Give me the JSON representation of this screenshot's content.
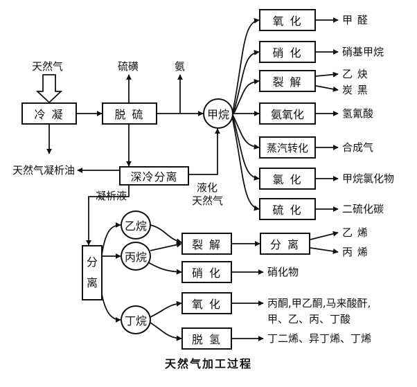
{
  "title": "天然气加工过程",
  "nodes": {
    "condense": "冷  凝",
    "desulfur": "脱  硫",
    "methane": "甲烷",
    "deep_cool": "深冷分离",
    "separate_v": [
      "分",
      "离"
    ],
    "ethane": "乙烷",
    "propane": "丙烷",
    "butane": "丁烷",
    "oxidation": "氧  化",
    "nitration": "硝  化",
    "cracking": "裂  解",
    "ammoxidation": "氨氧化",
    "steam_reform": "蒸汽转化",
    "chlorination": "氯  化",
    "sulfidation": "硫  化",
    "crack2": "裂  解",
    "separate2": "分  离",
    "nitrate2": "硝  化",
    "oxidize2": "氧  化",
    "dehydro": "脱  氢"
  },
  "labels": {
    "natural_gas": "天然气",
    "sulfur": "硫磺",
    "ammonia": "氨",
    "condensate_oil": "天然气凝析油",
    "condensate_liquid": "凝析液",
    "liquefied_gas_1": "液化",
    "liquefied_gas_2": "天然气",
    "formaldehyde": "甲  醛",
    "nitromethane": "硝基甲烷",
    "acetylene": "乙  炔",
    "carbon_black": "炭  黑",
    "hcn": "氢氰酸",
    "syngas": "合成气",
    "methyl_chlorides": "甲烷氯化物",
    "cs2": "二硫化碳",
    "ethylene": "乙  烯",
    "propylene": "丙  烯",
    "nitro_compounds": "硝化物",
    "oxid_products_1": "丙酮,甲乙酮,马来酸酐,",
    "oxid_products_2": "甲、乙、丙、丁酸",
    "dehydro_products": "丁二烯、异丁烯、丁烯"
  }
}
